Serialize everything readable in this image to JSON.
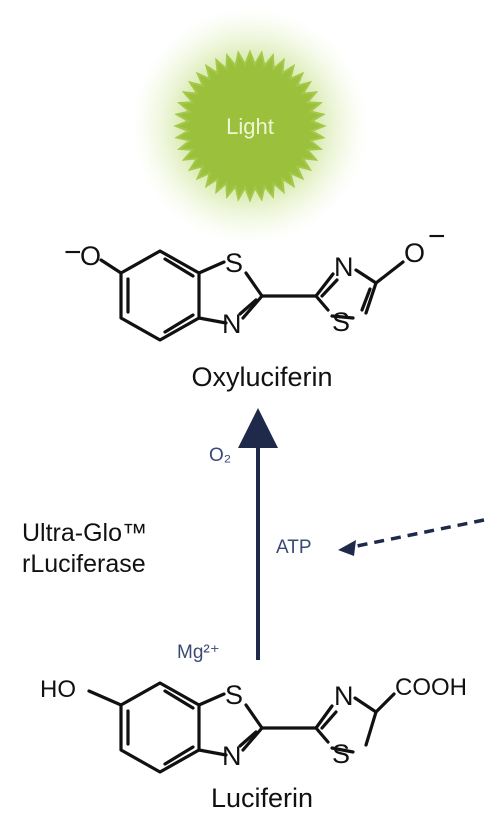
{
  "light": {
    "label": "Light",
    "color": "#9bc13c"
  },
  "top_molecule": {
    "name": "Oxyluciferin",
    "left_charge": "−",
    "left_atom": "O",
    "s1": "S",
    "n1": "N",
    "n2": "N",
    "s2": "S",
    "right_atom": "O",
    "right_charge": "−"
  },
  "bottom_molecule": {
    "name": "Luciferin",
    "left_group": "HO",
    "s1": "S",
    "n1": "N",
    "n2": "N",
    "s2": "S",
    "right_group": "COOH"
  },
  "reaction": {
    "reagent_top": "O₂",
    "reagent_mid": "ATP",
    "reagent_bottom": "Mg²⁺",
    "enzyme_line1": "Ultra-Glo™",
    "enzyme_line2": "rLuciferase",
    "arrow_color": "#1f2a4a",
    "reagent_color": "#3b4a75"
  }
}
